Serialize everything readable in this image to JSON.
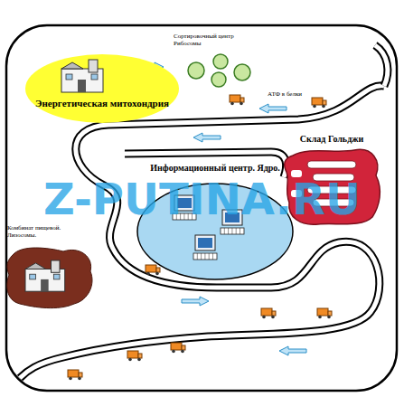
{
  "diagram": {
    "nodes": [
      {
        "text": [
          "Сортировочный центр Рибосомы"
        ]
      },
      {
        "text": [
          "Энергетическая митохондрия"
        ]
      },
      {
        "text": [
          "Информационный центр. Ядро."
        ]
      },
      {
        "text": [
          "Склад Гольджи"
        ]
      },
      {
        "text": [
          "Комбинат пищевой. Лизосомы."
        ]
      }
    ],
    "labels": [
      "АТФ в белки",
      "Z-PUTINA.RU"
    ]
  }
}
